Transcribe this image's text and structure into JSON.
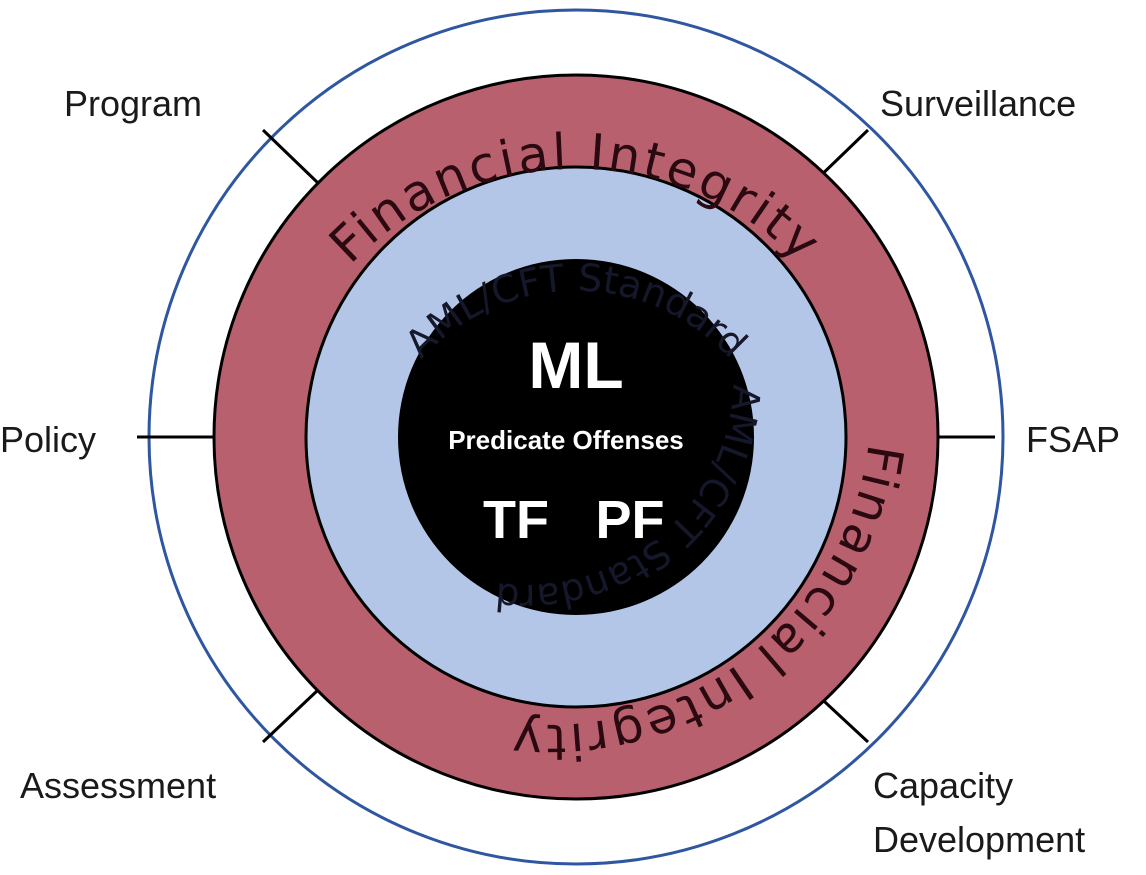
{
  "outer_labels": {
    "program": "Program",
    "surveillance": "Surveillance",
    "policy": "Policy",
    "fsap": "FSAP",
    "assessment": "Assessment",
    "capacity_line1": "Capacity",
    "capacity_line2": "Development"
  },
  "rings": {
    "financial_integrity_top": "Financial Integrity",
    "financial_integrity_bottom": "Financial Integrity",
    "aml_top": "AML/CFT Standard",
    "aml_bottom": "AML/CFT Standard"
  },
  "core": {
    "ml": "ML",
    "predicate": "Predicate Offenses",
    "tf": "TF",
    "pf": "PF"
  },
  "colors": {
    "outer_ring_stroke": "#2f56a0",
    "financial_integrity_fill": "#b9606e",
    "aml_fill": "#b4c6e7",
    "core_fill": "#000000",
    "divider": "#000000"
  }
}
